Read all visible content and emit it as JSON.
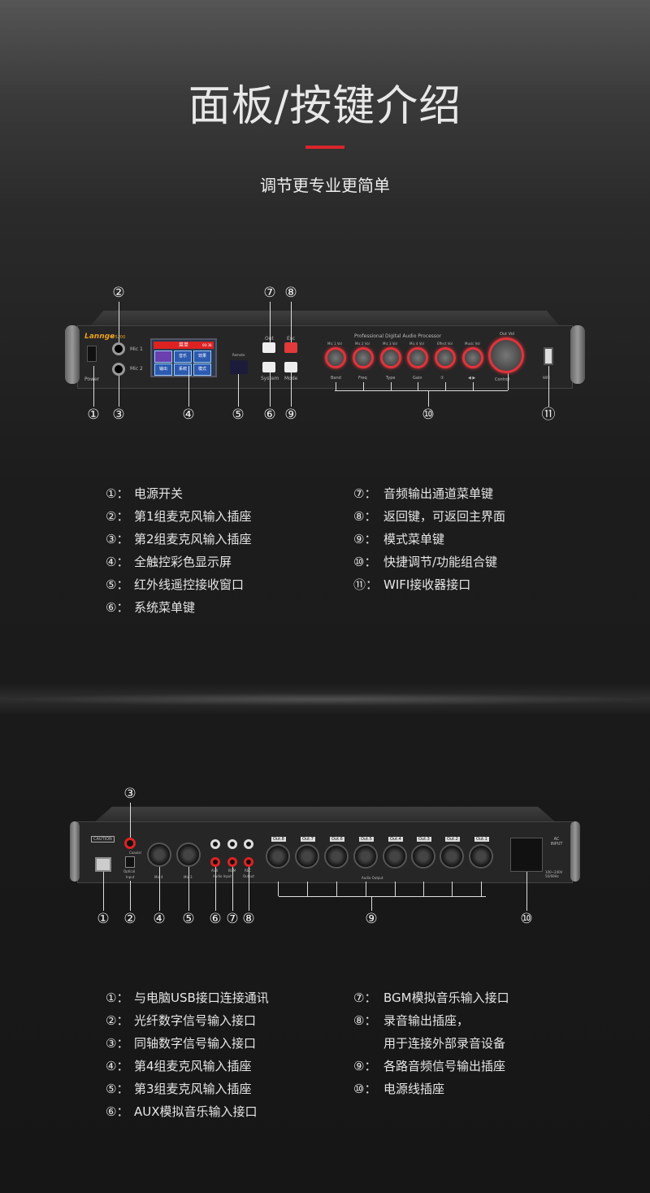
{
  "header": {
    "title": "面板/按键介绍",
    "subtitle": "调节更专业更简单",
    "accent_color": "#d9262b"
  },
  "front_panel": {
    "brand": "Lannge",
    "model": "K-5200",
    "power": "Power",
    "mic1": "Mic 1",
    "mic2": "Mic 2",
    "screen": {
      "title": "菜单",
      "time": "00:38",
      "buttons": [
        "",
        "音乐",
        "效果",
        "输出",
        "系统",
        "模式"
      ]
    },
    "remote": "Remote",
    "out": "Out",
    "esc": "Esc",
    "system": "System",
    "mode": "Mode",
    "processor": "Professional Digital Audio Processor",
    "knobs": [
      "Mic 1 Vol",
      "Mic 2 Vol",
      "Mic 3 Vol",
      "Mic 4 Vol",
      "Effect Vol",
      "Music Vol"
    ],
    "knob_labels": [
      "Band",
      "Freq",
      "Type",
      "Gain",
      "①",
      "◀ ▶"
    ],
    "main_knob": "Out Vol",
    "control": "Control",
    "wifi": "WIFI",
    "callouts_top": [
      "②",
      "⑦",
      "⑧"
    ],
    "callouts_bottom": [
      "①",
      "③",
      "④",
      "⑤",
      "⑥",
      "⑨",
      "⑩",
      "⑪"
    ]
  },
  "front_legend": {
    "left": [
      {
        "n": "①：",
        "t": "电源开关"
      },
      {
        "n": "②：",
        "t": "第1组麦克风输入插座"
      },
      {
        "n": "③：",
        "t": "第2组麦克风输入插座"
      },
      {
        "n": "④：",
        "t": "全触控彩色显示屏"
      },
      {
        "n": "⑤：",
        "t": "红外线遥控接收窗口"
      },
      {
        "n": "⑥：",
        "t": "系统菜单键"
      }
    ],
    "right": [
      {
        "n": "⑦：",
        "t": "音频输出通道菜单键"
      },
      {
        "n": "⑧：",
        "t": "返回键，可返回主界面"
      },
      {
        "n": "⑨：",
        "t": "模式菜单键"
      },
      {
        "n": "⑩：",
        "t": "快捷调节/功能组合键"
      },
      {
        "n": "⑪：",
        "t": "WIFI接收器接口"
      }
    ]
  },
  "back_panel": {
    "caution": "CAUTION",
    "coaxial": "Coaxial",
    "optical": "Optical",
    "input": "Input",
    "mic4": "Mic 4",
    "mic3": "Mic 3",
    "aux": "AUX",
    "bgm": "BGM",
    "rec": "REC",
    "audio_input": "Audio Input",
    "output": "Output",
    "outs": [
      "Out.8",
      "Out.7",
      "Out.6",
      "Out.5",
      "Out.4",
      "Out.3",
      "Out.2",
      "Out.1"
    ],
    "audio_output": "Audio   Output",
    "ac_input": "AC INPUT",
    "voltage": "100~240V 50/60Hz",
    "callouts_top": [
      "③"
    ],
    "callouts_bottom": [
      "①",
      "②",
      "④",
      "⑤",
      "⑥",
      "⑦",
      "⑧",
      "⑨",
      "⑩"
    ]
  },
  "back_legend": {
    "left": [
      {
        "n": "①：",
        "t": "与电脑USB接口连接通讯"
      },
      {
        "n": "②：",
        "t": "光纤数字信号输入接口"
      },
      {
        "n": "③：",
        "t": "同轴数字信号输入接口"
      },
      {
        "n": "④：",
        "t": "第4组麦克风输入插座"
      },
      {
        "n": "⑤：",
        "t": "第3组麦克风输入插座"
      },
      {
        "n": "⑥：",
        "t": "AUX模拟音乐输入接口"
      }
    ],
    "right": [
      {
        "n": "⑦：",
        "t": "BGM模拟音乐输入接口"
      },
      {
        "n": "⑧：",
        "t": "录音输出插座，"
      },
      {
        "n": "",
        "t": "用于连接外部录音设备"
      },
      {
        "n": "⑨：",
        "t": "各路音频信号输出插座"
      },
      {
        "n": "⑩：",
        "t": "电源线插座"
      }
    ]
  }
}
